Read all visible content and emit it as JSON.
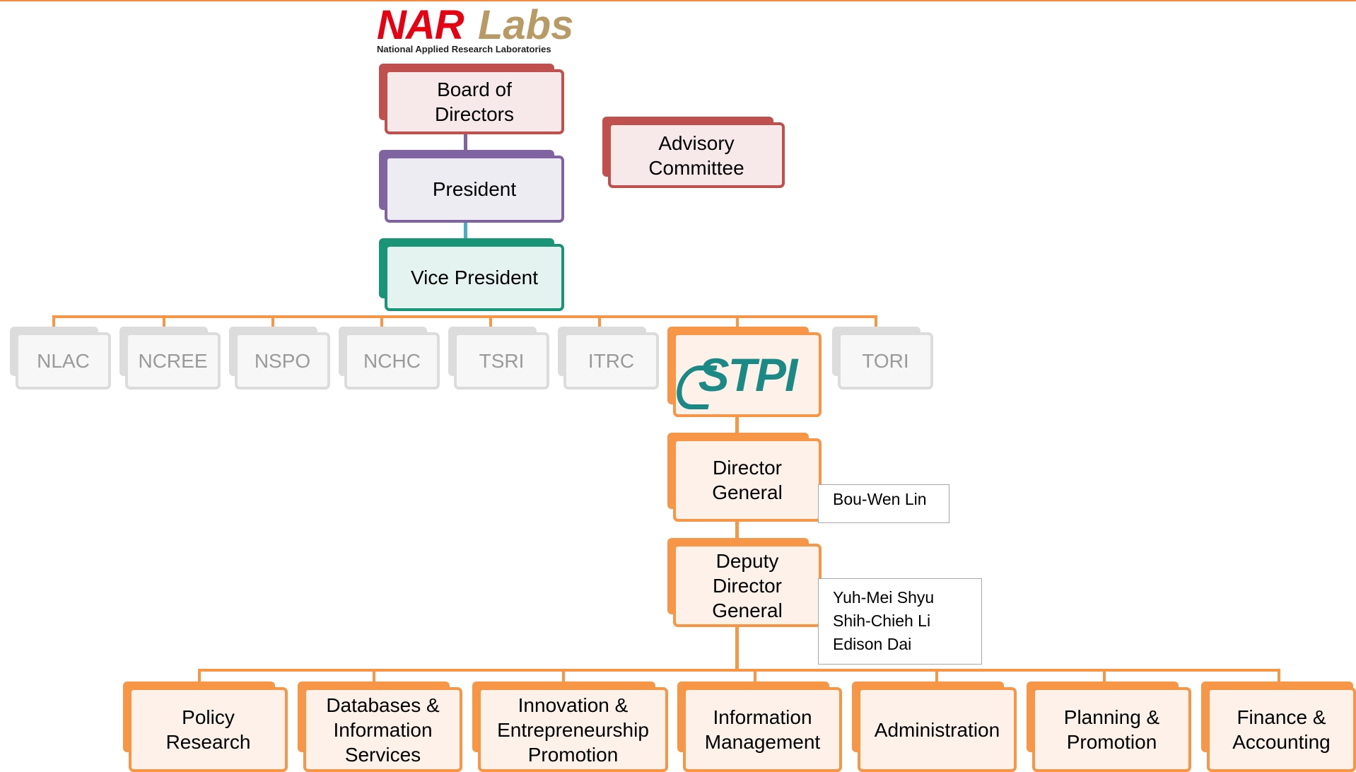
{
  "logo": {
    "wordmark_a": "NAR",
    "wordmark_b": "Labs",
    "subtitle": "National Applied Research Laboratories"
  },
  "top": {
    "board": "Board of Directors",
    "advisory": "Advisory Committee",
    "president": "President",
    "vice_president": "Vice President"
  },
  "institutes": [
    {
      "label": "NLAC"
    },
    {
      "label": "NCREE"
    },
    {
      "label": "NSPO"
    },
    {
      "label": "NCHC"
    },
    {
      "label": "TSRI"
    },
    {
      "label": "ITRC"
    },
    {
      "label": "STPI"
    },
    {
      "label": "TORI"
    }
  ],
  "stpi": {
    "director_general": "Director General",
    "director_general_name": "Bou-Wen Lin",
    "deputy": "Deputy Director General",
    "deputy_names": [
      "Yuh-Mei Shyu",
      "Shih-Chieh Li",
      "Edison Dai"
    ]
  },
  "divisions": [
    {
      "label": "Policy Research"
    },
    {
      "label": "Databases & Information Services"
    },
    {
      "label": "Innovation & Entrepreneurship Promotion"
    },
    {
      "label": "Information Management"
    },
    {
      "label": "Administration"
    },
    {
      "label": "Planning & Promotion"
    },
    {
      "label": "Finance & Accounting"
    }
  ],
  "colors": {
    "board": "#c0504d",
    "president": "#8064a2",
    "vice_president": "#1a9476",
    "stpi_branch": "#f79646",
    "inactive": "#dcdcdc",
    "logo_red": "#e60012",
    "logo_gold": "#b79a64",
    "stpi_teal": "#1b8a86"
  }
}
